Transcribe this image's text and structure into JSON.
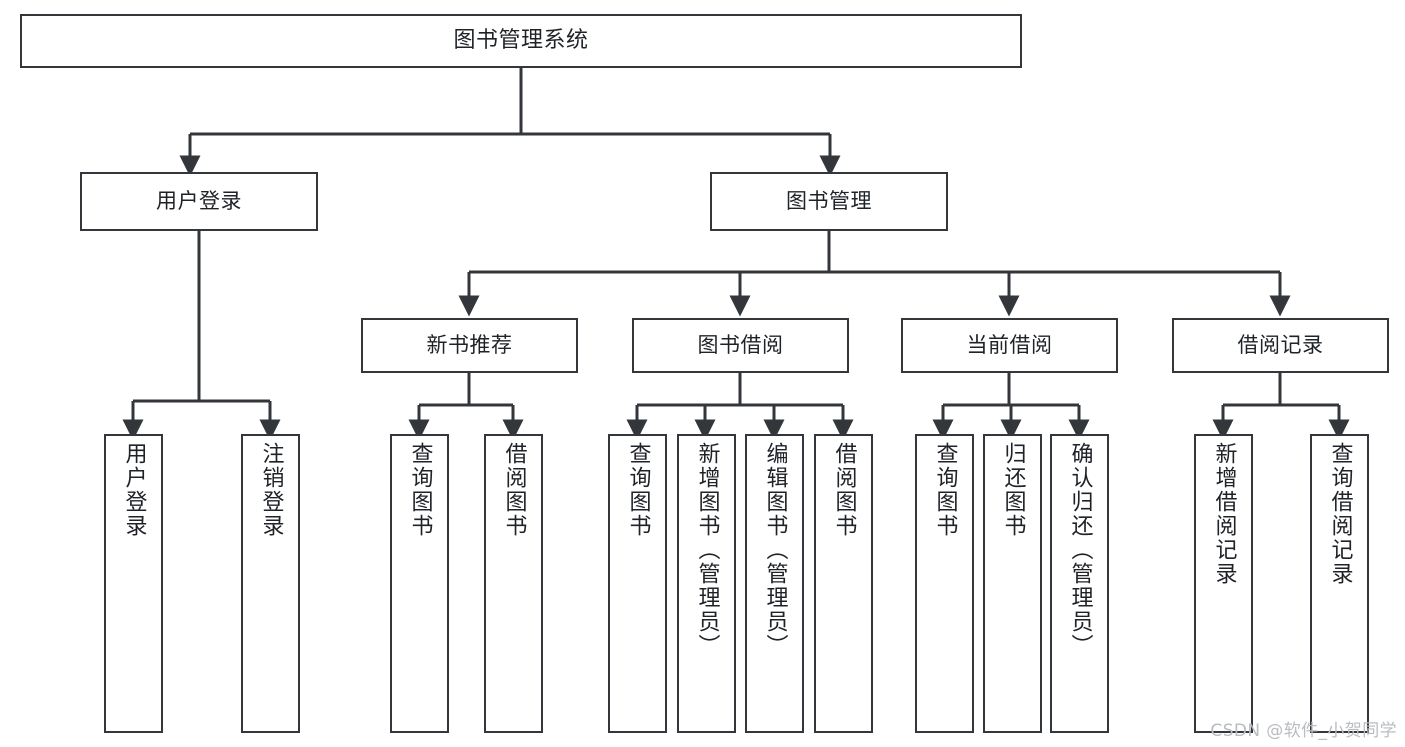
{
  "diagram": {
    "title": "图书管理系统",
    "watermark": "CSDN @软件_小贺同学",
    "colors": {
      "stroke": "#33373b",
      "fill": "#ffffff",
      "text": "#1f2328",
      "watermark": "#b9bcc0"
    },
    "nodes": {
      "root": {
        "label": "图书管理系统"
      },
      "level2": [
        {
          "key": "user_login",
          "label": "用户登录"
        },
        {
          "key": "book_manage",
          "label": "图书管理"
        }
      ],
      "level3": [
        {
          "key": "new_book_rec",
          "label": "新书推荐"
        },
        {
          "key": "book_borrow",
          "label": "图书借阅"
        },
        {
          "key": "current_borrow",
          "label": "当前借阅"
        },
        {
          "key": "borrow_record",
          "label": "借阅记录"
        }
      ],
      "leaves": {
        "user_login": [
          {
            "key": "login",
            "label": "用户登录"
          },
          {
            "key": "logout",
            "label": "注销登录"
          }
        ],
        "new_book_rec": [
          {
            "key": "query_book_1",
            "label": "查询图书"
          },
          {
            "key": "borrow_book_1",
            "label": "借阅图书"
          }
        ],
        "book_borrow": [
          {
            "key": "query_book_2",
            "label": "查询图书"
          },
          {
            "key": "add_book",
            "label": "新增图书（管理员）"
          },
          {
            "key": "edit_book",
            "label": "编辑图书（管理员）"
          },
          {
            "key": "borrow_book_2",
            "label": "借阅图书"
          }
        ],
        "current_borrow": [
          {
            "key": "query_book_3",
            "label": "查询图书"
          },
          {
            "key": "return_book",
            "label": "归还图书"
          },
          {
            "key": "confirm_return",
            "label": "确认归还（管理员）"
          }
        ],
        "borrow_record": [
          {
            "key": "add_record",
            "label": "新增借阅记录"
          },
          {
            "key": "query_record",
            "label": "查询借阅记录"
          }
        ]
      }
    }
  }
}
